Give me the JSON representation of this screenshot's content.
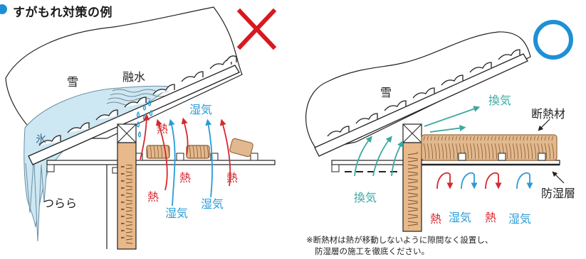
{
  "title": "すがもれ対策の例",
  "bad_panel": {
    "verdict_mark": "cross",
    "labels": {
      "snow": "雪",
      "meltwater": "融水",
      "ice": "氷",
      "icicles": "つらら",
      "moisture_top": "湿気",
      "moisture_bottom_1": "湿気",
      "moisture_bottom_2": "湿気",
      "heat_top": "熱",
      "heat_mid_1": "熱",
      "heat_mid_2": "熱",
      "heat_bottom": "熱"
    }
  },
  "good_panel": {
    "verdict_mark": "circle",
    "labels": {
      "snow": "雪",
      "ventilation_top": "換気",
      "ventilation_bottom": "換気",
      "insulation": "断熱材",
      "vapor_barrier": "防湿層",
      "heat_1": "熱",
      "moisture_1": "湿気",
      "heat_2": "熱",
      "moisture_2": "湿気"
    }
  },
  "note": {
    "line1": "※断熱材は熱が移動しないように隙間なく設置し、",
    "line2": "防湿層の施工を徹底ください。"
  },
  "colors": {
    "heat": "#d7282f",
    "moisture": "#2a9bd6",
    "ventilation": "#3aa9a0",
    "cross": "#d71920",
    "circle": "#1e90d6",
    "ice": "#cde7f3",
    "insulation": "#e2b98f",
    "title_dot": "#1e8fd6"
  }
}
